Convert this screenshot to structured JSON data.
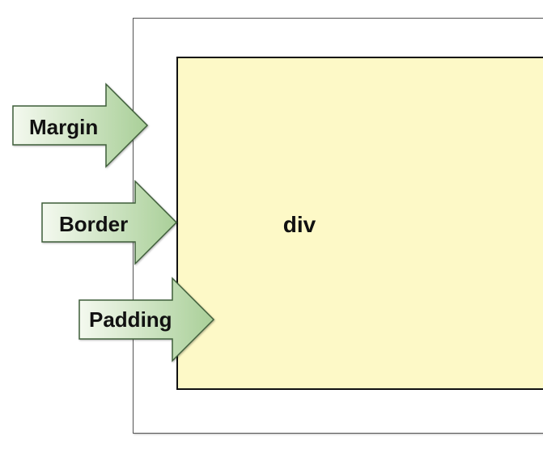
{
  "diagram": {
    "box_label": "div",
    "arrows": [
      {
        "label": "Margin"
      },
      {
        "label": "Border"
      },
      {
        "label": "Padding"
      }
    ]
  },
  "colors": {
    "div_fill": "#fdf9c7",
    "arrow_gradient_start": "#f4f9ef",
    "arrow_gradient_end": "#a9cf98",
    "arrow_stroke": "#3f5f3a"
  }
}
